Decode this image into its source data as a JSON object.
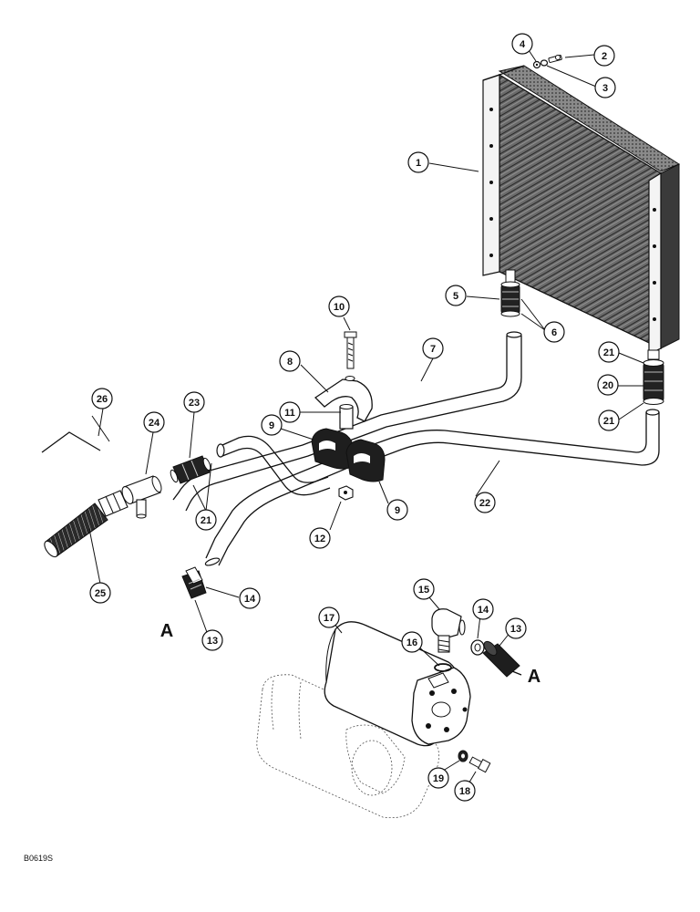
{
  "figure_code": "B0619S",
  "reference_mark": "A",
  "callouts": [
    {
      "id": "c1",
      "label": "1"
    },
    {
      "id": "c2",
      "label": "2"
    },
    {
      "id": "c3",
      "label": "3"
    },
    {
      "id": "c4",
      "label": "4"
    },
    {
      "id": "c5",
      "label": "5"
    },
    {
      "id": "c6",
      "label": "6"
    },
    {
      "id": "c7",
      "label": "7"
    },
    {
      "id": "c8",
      "label": "8"
    },
    {
      "id": "c9a",
      "label": "9"
    },
    {
      "id": "c9b",
      "label": "9"
    },
    {
      "id": "c10",
      "label": "10"
    },
    {
      "id": "c11",
      "label": "11"
    },
    {
      "id": "c12",
      "label": "12"
    },
    {
      "id": "c13a",
      "label": "13"
    },
    {
      "id": "c13b",
      "label": "13"
    },
    {
      "id": "c14a",
      "label": "14"
    },
    {
      "id": "c14b",
      "label": "14"
    },
    {
      "id": "c15",
      "label": "15"
    },
    {
      "id": "c16",
      "label": "16"
    },
    {
      "id": "c17",
      "label": "17"
    },
    {
      "id": "c18",
      "label": "18"
    },
    {
      "id": "c19",
      "label": "19"
    },
    {
      "id": "c20",
      "label": "20"
    },
    {
      "id": "c21a",
      "label": "21"
    },
    {
      "id": "c21b",
      "label": "21"
    },
    {
      "id": "c21c",
      "label": "21"
    },
    {
      "id": "c22",
      "label": "22"
    },
    {
      "id": "c23",
      "label": "23"
    },
    {
      "id": "c24",
      "label": "24"
    },
    {
      "id": "c25",
      "label": "25"
    },
    {
      "id": "c26",
      "label": "26"
    }
  ]
}
